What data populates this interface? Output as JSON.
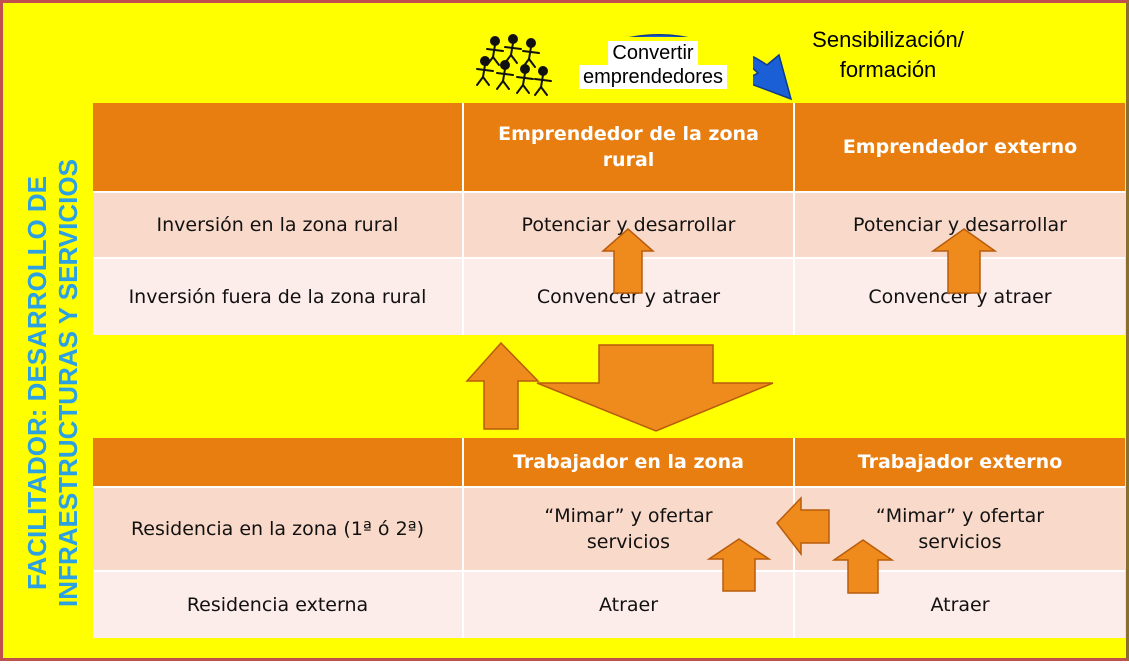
{
  "colors": {
    "background": "#ffff00",
    "header": "#e87e10",
    "row_a": "#f9d9c9",
    "row_b": "#fcecea",
    "side_text": "#2ba0e3",
    "arrow": "#ef8a1c",
    "arrow_stroke": "#b85c0c",
    "curve_arrow": "#1a5fd6"
  },
  "top": {
    "convert_line1": "Convertir",
    "convert_line2": "emprendedores",
    "sensibilizacion_line1": "Sensibilización/",
    "sensibilizacion_line2": "formación"
  },
  "side_label": {
    "line1": "FACILITADOR: DESARROLLO DE",
    "line2": "INFRAESTRUCTURAS Y SERVICIOS"
  },
  "table_top": {
    "headers": [
      "",
      "Emprendedor de la zona rural",
      "Emprendedor externo"
    ],
    "rows": [
      [
        "Inversión en la zona rural",
        "Potenciar y desarrollar",
        "Potenciar y desarrollar"
      ],
      [
        "Inversión fuera de la zona rural",
        "Convencer y atraer",
        "Convencer y atraer"
      ]
    ]
  },
  "table_bottom": {
    "headers": [
      "",
      "Trabajador en la zona",
      "Trabajador externo"
    ],
    "rows": [
      [
        "Residencia en la zona (1ª ó 2ª)",
        "“Mimar” y ofertar servicios",
        "“Mimar” y ofertar servicios"
      ],
      [
        "Residencia externa",
        "Atraer",
        "Atraer"
      ]
    ]
  }
}
